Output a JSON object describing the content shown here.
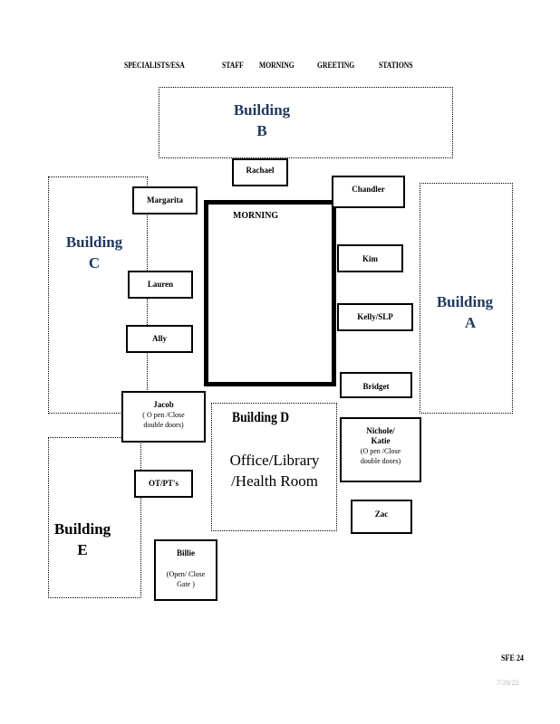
{
  "header": {
    "specialists": "SPECIALISTS/ESA",
    "staff": "STAFF",
    "morning": "MORNING",
    "greeting": "GREETING",
    "stations": "STATIONS"
  },
  "buildings": {
    "a": {
      "line1": "Building",
      "line2": "A"
    },
    "b": {
      "line1": "Building",
      "line2": "B"
    },
    "c": {
      "line1": "Building",
      "line2": "C"
    },
    "d": {
      "title": "Building D",
      "line1": "Office/Library",
      "line2": "/Health Room"
    },
    "e": {
      "line1": "Building",
      "line2": "E"
    }
  },
  "morning_area": {
    "label": "MORNING"
  },
  "staff": {
    "rachael": {
      "name": "Rachael"
    },
    "margarita": {
      "name": "Margarita"
    },
    "chandler": {
      "name": "Chandler"
    },
    "kim": {
      "name": "Kim"
    },
    "lauren": {
      "name": "Lauren"
    },
    "kelly": {
      "name": "Kelly/SLP"
    },
    "ally": {
      "name": "Ally"
    },
    "bridget": {
      "name": "Bridget"
    },
    "jacob": {
      "name": "Jacob",
      "note1": "( O pen  /Close",
      "note2": "double     doors)"
    },
    "nichole": {
      "name": "Nichole/",
      "name2": "Katie",
      "note1": "(O pen   /Close",
      "note2": "double     doors)"
    },
    "otpt": {
      "name": "OT/PT's"
    },
    "zac": {
      "name": "Zac"
    },
    "billie": {
      "name": "Billie",
      "note1": "(Open/     Close",
      "note2": "Gate   )"
    }
  },
  "footer": {
    "code": "SFE   24",
    "date": "7/28/22"
  }
}
